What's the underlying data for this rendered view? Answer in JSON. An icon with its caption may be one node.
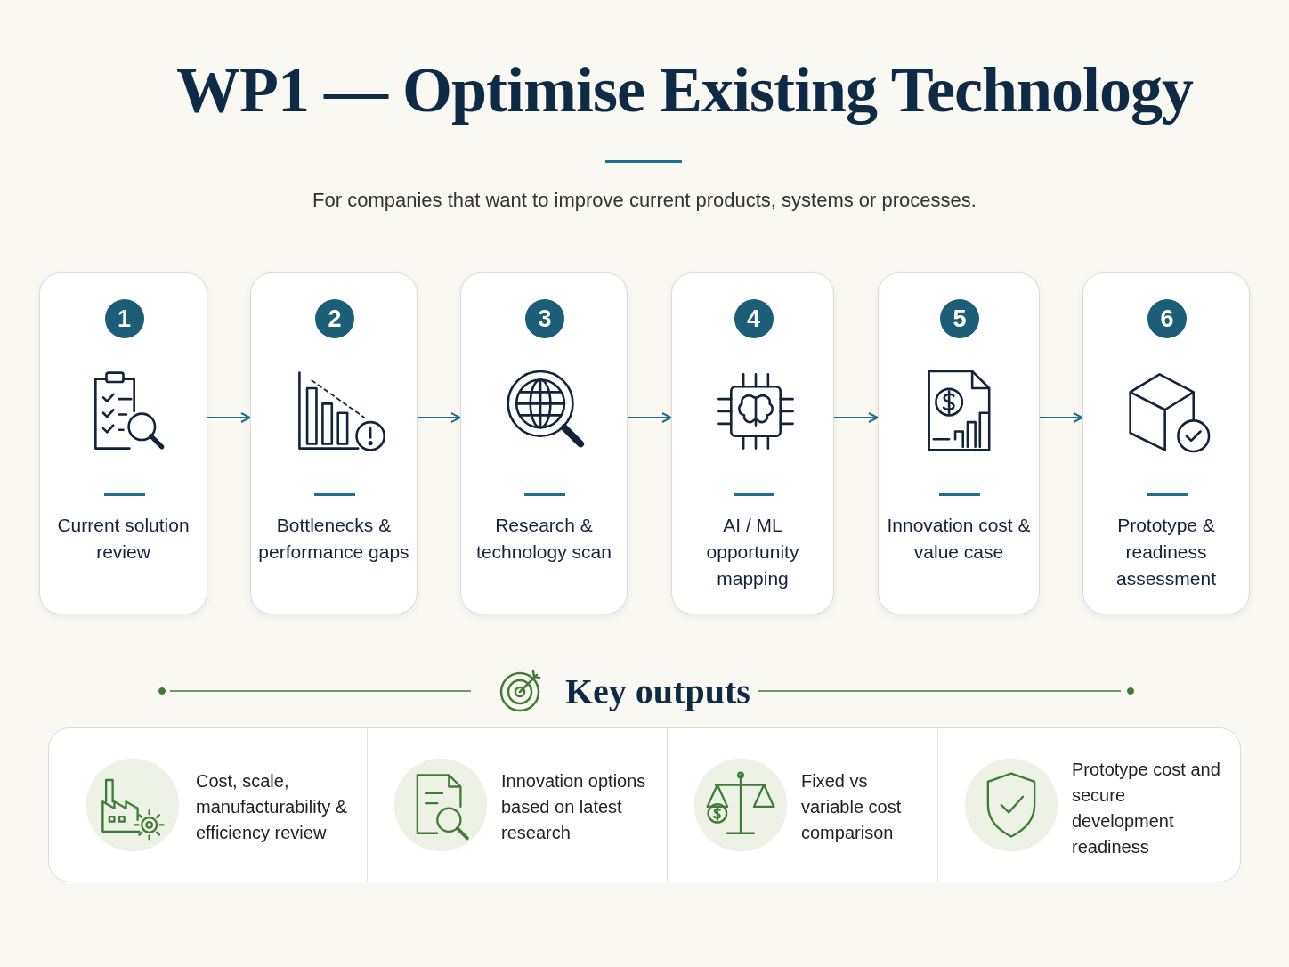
{
  "diagram": {
    "title": "WP1 — Optimise Existing Technology",
    "nodes": [
      {
        "text": [
          "1",
          "Current solution review"
        ]
      },
      {
        "text": [
          "2",
          "Bottlenecks & performance gaps"
        ]
      },
      {
        "text": [
          "3",
          "Research & technology scan"
        ]
      },
      {
        "text": [
          "4",
          "AI / ML opportunity mapping"
        ]
      },
      {
        "text": [
          "5",
          "Innovation cost & value case"
        ]
      },
      {
        "text": [
          "6",
          "Prototype & readiness assessment"
        ]
      },
      {
        "text": [
          "Key outputs"
        ]
      },
      {
        "text": [
          "Cost, scale, manufacturability & efficiency review"
        ],
        "in": 6
      },
      {
        "text": [
          "Innovation options based on latest research"
        ],
        "in": 6
      },
      {
        "text": [
          "Fixed vs variable cost comparison"
        ],
        "in": 6
      },
      {
        "text": [
          "Prototype cost and secure development readiness"
        ],
        "in": 6
      }
    ],
    "edges": [
      {
        "from": 0,
        "to": 1,
        "arrow": "to"
      },
      {
        "from": 1,
        "to": 2,
        "arrow": "to"
      },
      {
        "from": 2,
        "to": 3,
        "arrow": "to"
      },
      {
        "from": 3,
        "to": 4,
        "arrow": "to"
      },
      {
        "from": 4,
        "to": 5,
        "arrow": "to"
      }
    ],
    "labels": [
      "For companies that want to improve current products, systems or processes."
    ]
  }
}
